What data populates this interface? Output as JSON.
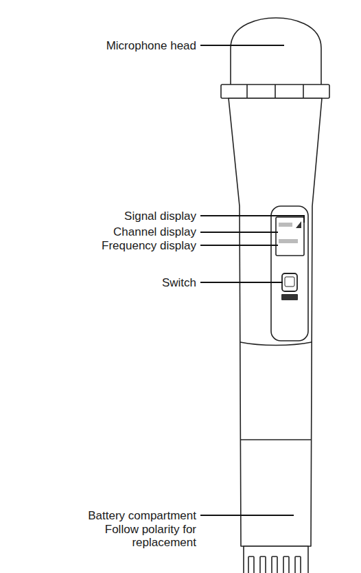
{
  "diagram": {
    "labels": [
      "Microphone head",
      "Signal display",
      "Channel display",
      "Frequency display",
      "Switch",
      "Battery compartment",
      "Follow polarity for replacement"
    ]
  }
}
